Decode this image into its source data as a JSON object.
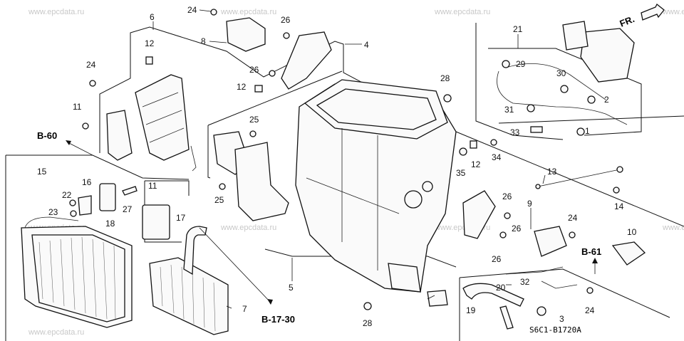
{
  "watermarks": [
    "www.epcdata.ru",
    "www.epcdata.ru",
    "www.epcdata.ru",
    "www.epcdata.ru",
    "www.epc",
    "www.epcdata.ru",
    "www.epcdata.ru",
    "www.epcdata.ru",
    "www.epc"
  ],
  "direction_label": "FR.",
  "diagram_code": "S6C1-B1720A",
  "references": {
    "b60": "B-60",
    "b61": "B-61",
    "b1730": "B-17-30"
  },
  "callouts": {
    "c1": "1",
    "c2": "2",
    "c3": "3",
    "c4": "4",
    "c5": "5",
    "c6": "6",
    "c7": "7",
    "c8": "8",
    "c9": "9",
    "c10": "10",
    "c11a": "11",
    "c11b": "11",
    "c12a": "12",
    "c12b": "12",
    "c12c": "12",
    "c13": "13",
    "c14": "14",
    "c15": "15",
    "c16": "16",
    "c17": "17",
    "c18": "18",
    "c19": "19",
    "c20": "20",
    "c21": "21",
    "c22": "22",
    "c23": "23",
    "c24a": "24",
    "c24b": "24",
    "c24c": "24",
    "c24d": "24",
    "c25a": "25",
    "c25b": "25",
    "c26a": "26",
    "c26b": "26",
    "c26c": "26",
    "c26d": "26",
    "c26e": "26",
    "c27": "27",
    "c28a": "28",
    "c28b": "28",
    "c29": "29",
    "c30": "30",
    "c31": "31",
    "c32": "32",
    "c33": "33",
    "c34": "34",
    "c35": "35"
  },
  "colors": {
    "line": "#111111",
    "watermark": "#c8c8c8",
    "background": "#ffffff"
  }
}
